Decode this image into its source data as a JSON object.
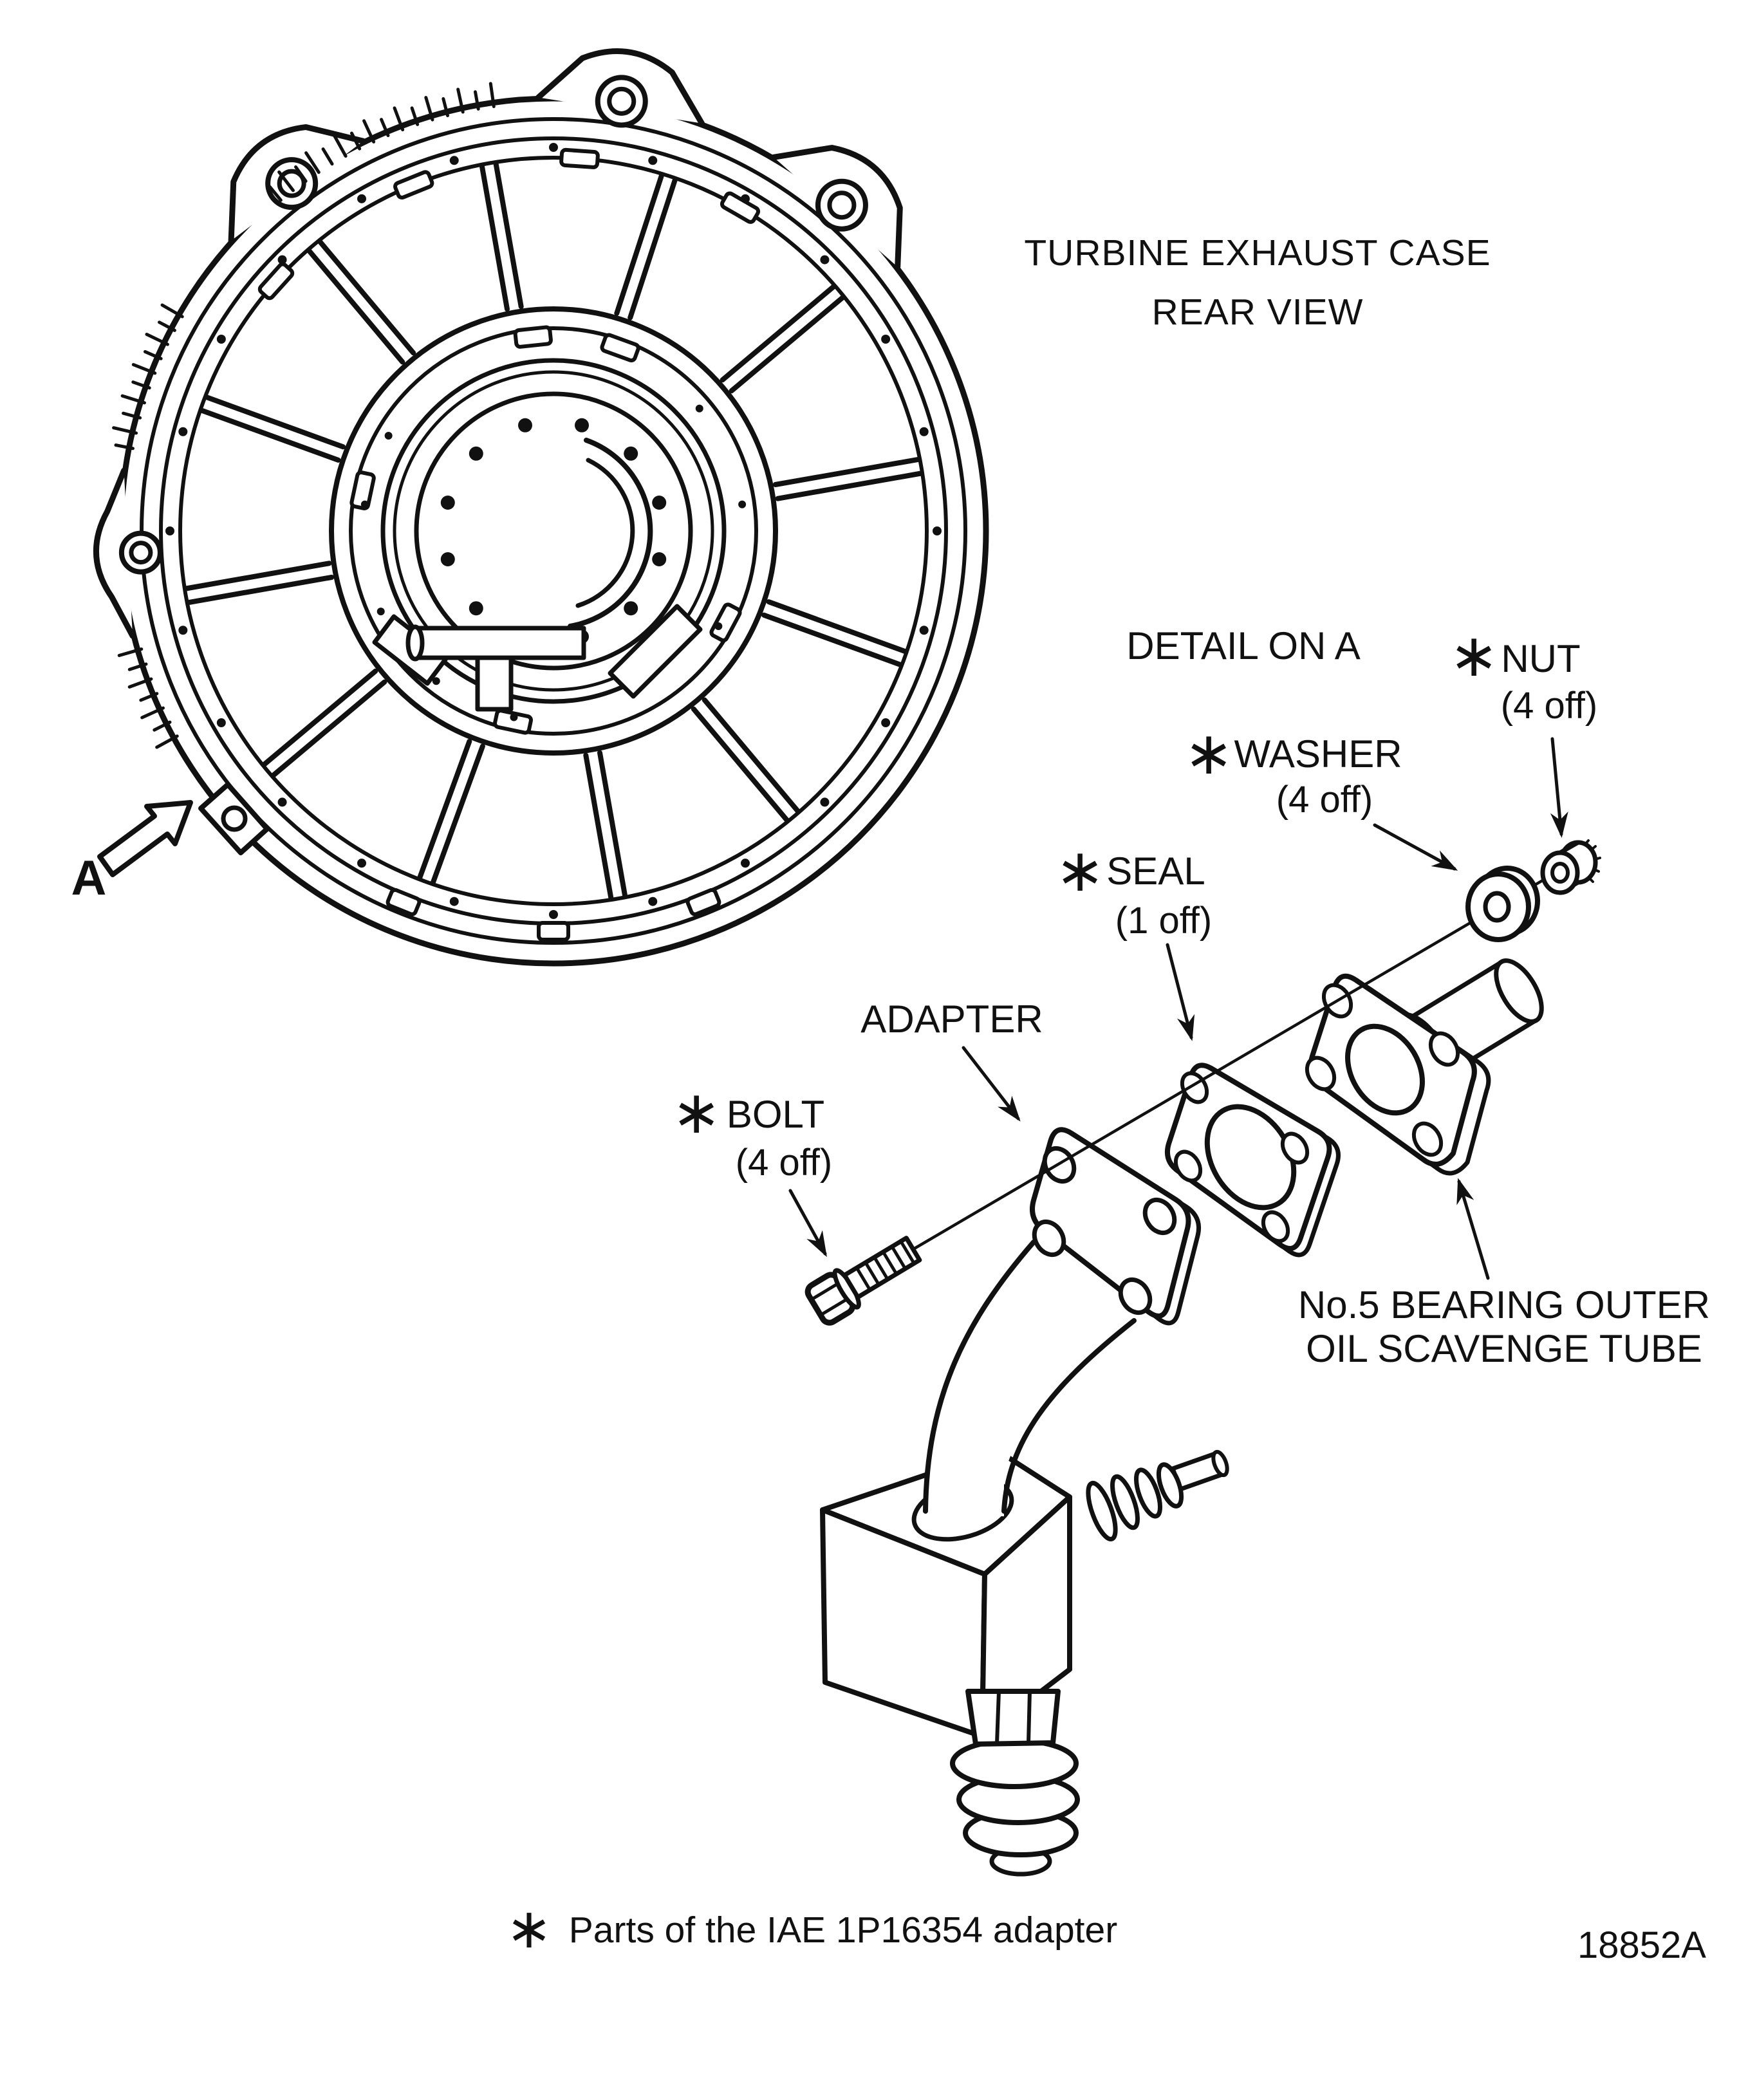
{
  "figure": {
    "title_line1": "TURBINE EXHAUST CASE",
    "title_line2": "REAR VIEW",
    "detail_heading": "DETAIL ON A",
    "view_arrow_label": "A",
    "figure_number": "18852A",
    "footnote": "Parts of the IAE 1P16354 adapter"
  },
  "symbols": {
    "star": "∗"
  },
  "callouts": {
    "nut": {
      "name": "NUT",
      "qty": "(4 off)"
    },
    "washer": {
      "name": "WASHER",
      "qty": "(4 off)"
    },
    "seal": {
      "name": "SEAL",
      "qty": "(1 off)"
    },
    "adapter": {
      "name": "ADAPTER"
    },
    "bolt": {
      "name": "BOLT",
      "qty": "(4 off)"
    },
    "scavenge_tube": {
      "name_line1": "No.5 BEARING OUTER",
      "name_line2": "OIL SCAVENGE TUBE"
    }
  },
  "colors": {
    "ink": "#111111",
    "paper": "#ffffff"
  }
}
